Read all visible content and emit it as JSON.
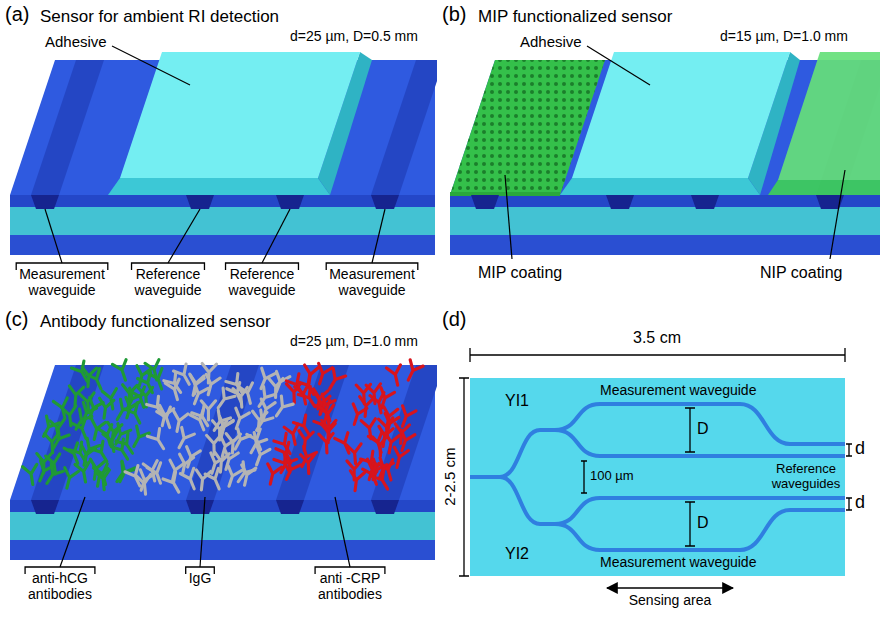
{
  "diagram": {
    "labels": [
      "(a)",
      "Sensor for ambient RI detection",
      "d=25 µm, D=0.5 mm",
      "Adhesive",
      "Measurement waveguide",
      "Reference waveguide",
      "Reference waveguide",
      "Measurement waveguide",
      "(b)",
      "MIP functionalized sensor",
      "d=15 µm, D=1.0 mm",
      "Adhesive",
      "MIP coating",
      "NIP coating",
      "(c)",
      "Antibody functionalized sensor",
      "d=25 µm, D=1.0 mm",
      "anti-hCG antibodies",
      "IgG",
      "anti -CRP antibodies",
      "(d)",
      "3.5 cm",
      "2-2.5 cm",
      "Measurement waveguide",
      "YI1",
      "D",
      "100 µm",
      "Reference waveguides",
      "d",
      "d",
      "YI2",
      "D",
      "Measurement waveguide",
      "Sensing area"
    ]
  }
}
